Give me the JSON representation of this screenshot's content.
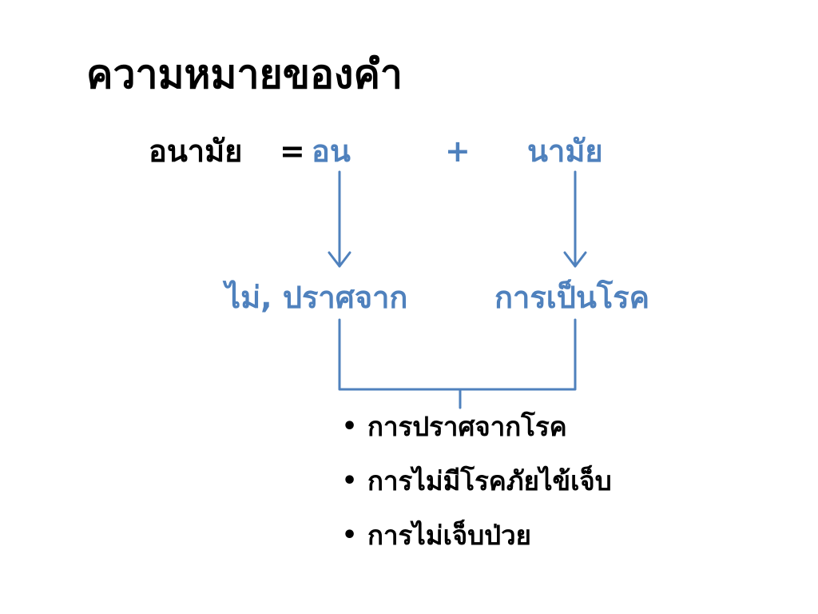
{
  "slide": {
    "title": "ความหมายของคำ"
  },
  "equation": {
    "word": "อนามัย",
    "equals": "=",
    "part1": "อน",
    "plus": "+",
    "part2": "นามัย"
  },
  "meanings": {
    "part1": "ไม่, ปราศจาก",
    "part2": "การเป็นโรค"
  },
  "bullets": {
    "symbol": "•",
    "items": [
      "การปราศจากโรค",
      "การไม่มีโรคภัยไข้เจ็บ",
      "การไม่เจ็บป่วย"
    ]
  },
  "colors": {
    "accent": "#4f81bd",
    "text": "#000000",
    "background": "#ffffff"
  }
}
